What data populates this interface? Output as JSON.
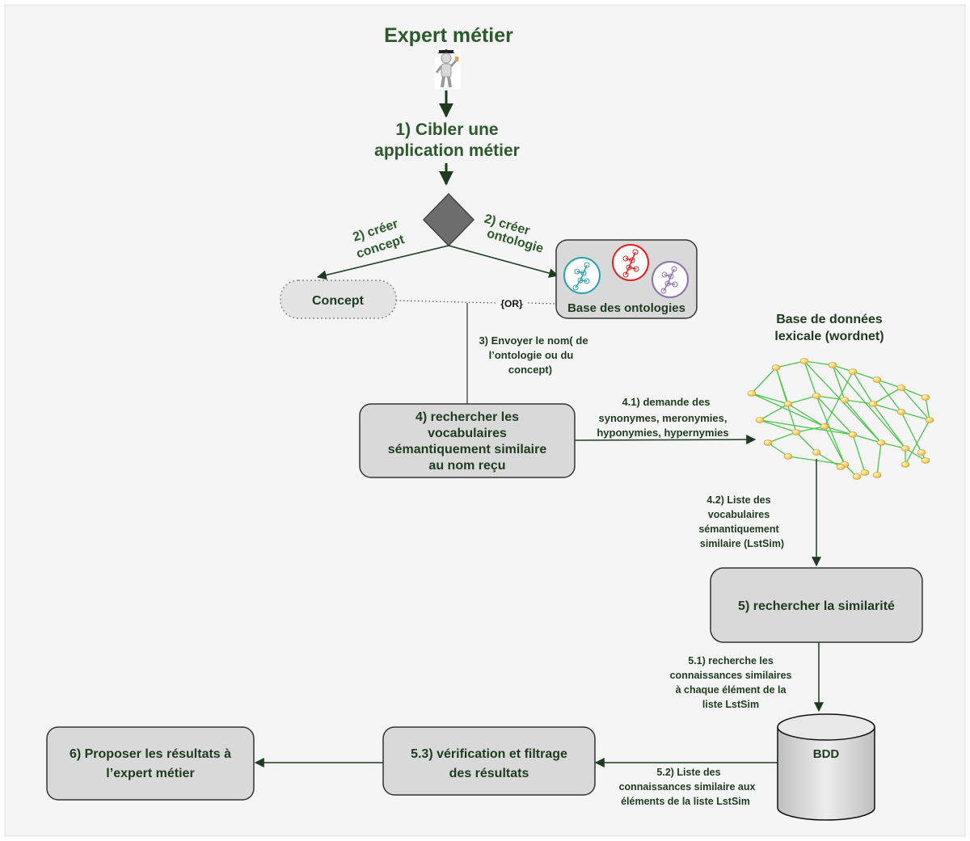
{
  "actor": {
    "title": "Expert métier"
  },
  "step1": {
    "line1": "1) Cibler une",
    "line2": "application métier"
  },
  "branch_left": {
    "line1": "2) créer",
    "line2": "concept"
  },
  "branch_right": {
    "line1": "2) créer",
    "line2": "ontologie"
  },
  "concept_box": {
    "label": "Concept"
  },
  "ontology_box": {
    "label": "Base des ontologies"
  },
  "or_label": "{OR}",
  "step3": {
    "line1": "3) Envoyer le nom( de",
    "line2": "l’ontologie ou du",
    "line3": "concept)"
  },
  "step4": {
    "line1": "4) rechercher les",
    "line2": "vocabulaires",
    "line3": "sémantiquement similaire",
    "line4": "au nom reçu"
  },
  "step41": {
    "line1": "4.1) demande des",
    "line2": "synonymes, meronymies,",
    "line3": "hyponymies, hypernymies"
  },
  "lexical_db": {
    "line1": "Base de données",
    "line2": "lexicale (wordnet)"
  },
  "step42": {
    "line1": "4.2) Liste des",
    "line2": "vocabulaires",
    "line3": "sémantiquement",
    "line4": "similaire (LstSim)"
  },
  "step5": {
    "label": "5) rechercher la similarité"
  },
  "step51": {
    "line1": "5.1) recherche les",
    "line2": "connaissances similaires",
    "line3": "à chaque élément de la",
    "line4": "liste LstSim"
  },
  "bdd": {
    "label": "BDD"
  },
  "step52": {
    "line1": "5.2) Liste des",
    "line2": "connaissances similaire aux",
    "line3": "éléments de la liste LstSim"
  },
  "step53": {
    "line1": "5.3) vérification et filtrage",
    "line2": "des résultats"
  },
  "step6": {
    "line1": "6) Proposer les résultats à",
    "line2": "l’expert métier"
  },
  "colors": {
    "title_green": "#2d5a2d",
    "box_fill": "#d9d9d9",
    "network_edge": "#4cc44c",
    "network_node": "#f2cf5b"
  }
}
